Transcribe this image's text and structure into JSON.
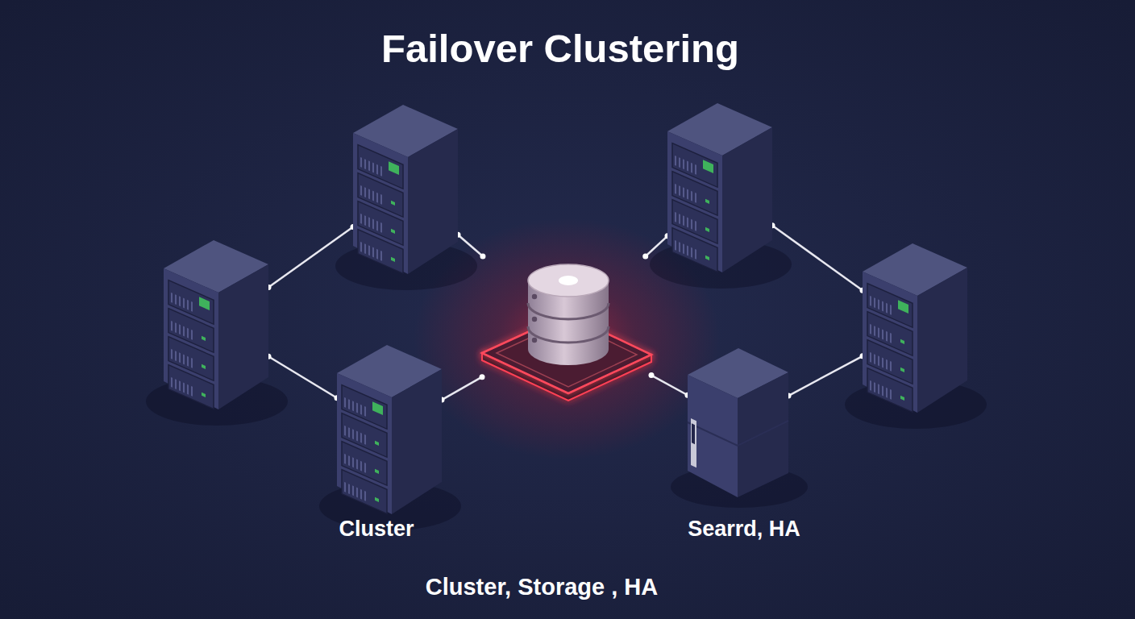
{
  "diagram": {
    "title": "Failover Clustering",
    "nodes": [
      {
        "text": []
      },
      {
        "text": []
      },
      {
        "text": []
      },
      {
        "text": []
      },
      {
        "text": []
      },
      {
        "text": [
          "Cluster"
        ]
      },
      {
        "text": [
          "Searrd, HA"
        ]
      }
    ],
    "edges": [
      {
        "from": 2,
        "to": 0,
        "arrow": "none"
      },
      {
        "from": 0,
        "to": 3,
        "arrow": "none"
      },
      {
        "from": 2,
        "to": 5,
        "arrow": "none"
      },
      {
        "from": 5,
        "to": 3,
        "arrow": "none"
      },
      {
        "from": 1,
        "to": 3,
        "arrow": "none"
      },
      {
        "from": 1,
        "to": 4,
        "arrow": "none"
      },
      {
        "from": 6,
        "to": 3,
        "arrow": "none"
      },
      {
        "from": 6,
        "to": 4,
        "arrow": "none"
      }
    ],
    "labels": [
      "Cluster, Storage , HA"
    ]
  }
}
